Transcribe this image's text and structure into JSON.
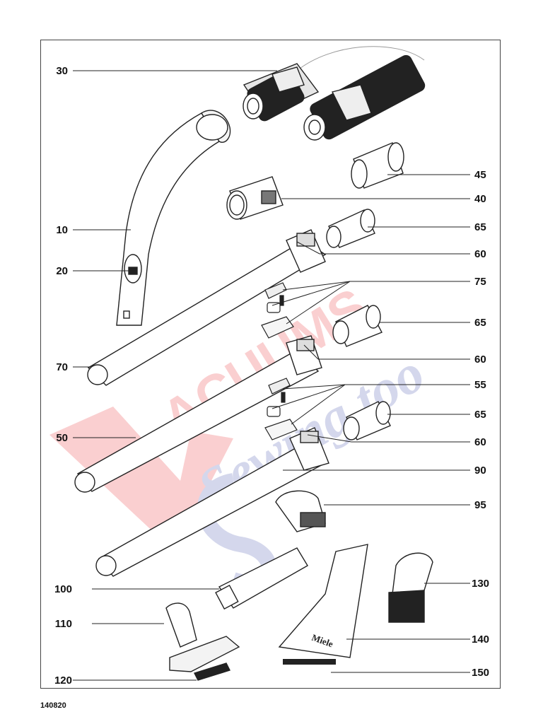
{
  "diagram": {
    "callouts_left": [
      "30",
      "10",
      "20",
      "70",
      "50",
      "100",
      "110",
      "120"
    ],
    "callouts_right": [
      "45",
      "40",
      "65",
      "60",
      "75",
      "65",
      "60",
      "55",
      "65",
      "60",
      "90",
      "95",
      "130",
      "140",
      "150"
    ],
    "catalog_number": "140820",
    "watermark": "Vacuums and Sewing too",
    "brand_print": "Miele",
    "colors": {
      "line": "#222222",
      "watermark_red": "#e8272c",
      "watermark_blue": "#3d4aa8"
    }
  }
}
